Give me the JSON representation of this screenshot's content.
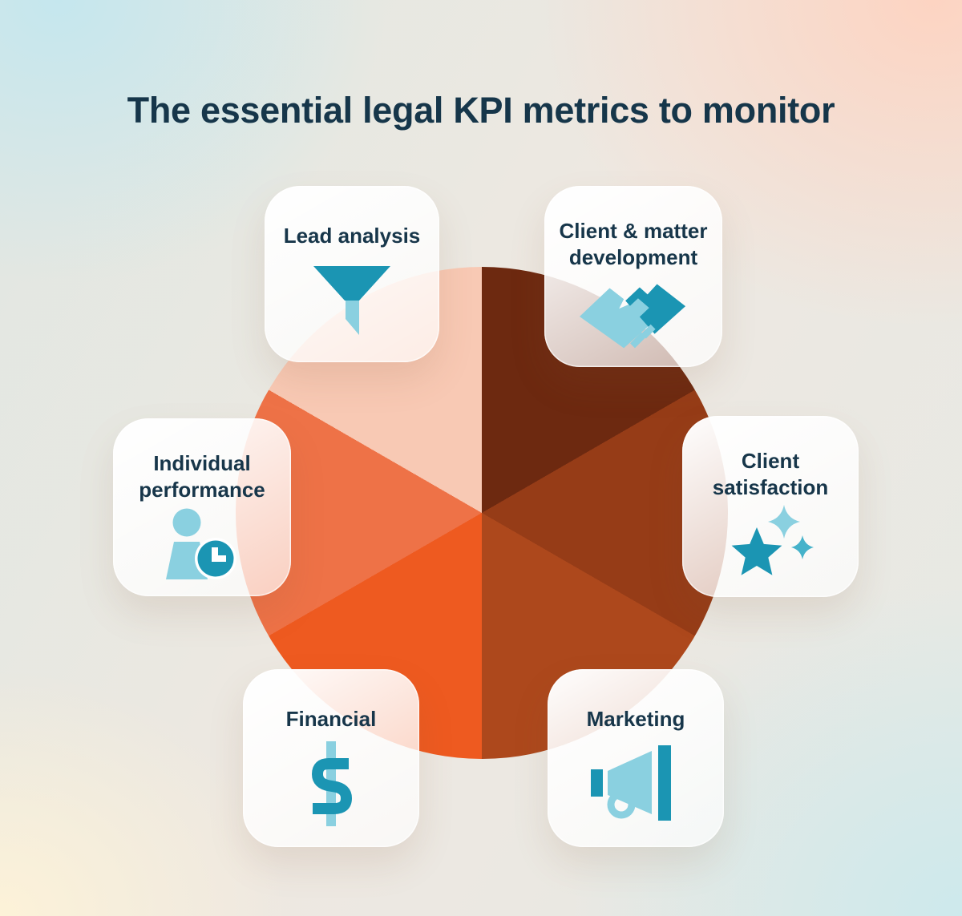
{
  "title": "The essential legal KPI metrics to monitor",
  "cards": [
    {
      "label": "Lead analysis",
      "icon": "funnel-icon"
    },
    {
      "label": "Client & matter development",
      "icon": "handshake-icon"
    },
    {
      "label": "Client satisfaction",
      "icon": "star-sparkles-icon"
    },
    {
      "label": "Individual performance",
      "icon": "person-clock-icon"
    },
    {
      "label": "Financial",
      "icon": "dollar-icon"
    },
    {
      "label": "Marketing",
      "icon": "megaphone-icon"
    }
  ],
  "wheel": {
    "segments": [
      {
        "position": "top-right",
        "color": "#6d2910"
      },
      {
        "position": "right",
        "color": "#963c17"
      },
      {
        "position": "bottom-right",
        "color": "#ad481c"
      },
      {
        "position": "bottom-left",
        "color": "#ee5a20"
      },
      {
        "position": "left",
        "color": "#ee7247"
      },
      {
        "position": "top-left",
        "color": "#f8c9b4"
      }
    ]
  },
  "chart_data": {
    "type": "pie",
    "title": "The essential legal KPI metrics to monitor",
    "categories": [
      "Lead analysis",
      "Client & matter development",
      "Client satisfaction",
      "Individual performance",
      "Financial",
      "Marketing"
    ],
    "values": [
      1,
      1,
      1,
      1,
      1,
      1
    ],
    "colors": [
      "#f8c9b4",
      "#6d2910",
      "#963c17",
      "#ee7247",
      "#ee5a20",
      "#ad481c"
    ],
    "legend_position": "cards-around-wheel",
    "note": "decorative six equal 60-degree wedges"
  },
  "colors": {
    "title_text": "#16364a",
    "card_text": "#17364a",
    "icon_teal_dark": "#1b95b3",
    "icon_teal_light": "#8ad0e0",
    "icon_teal_mid": "#45b2ca",
    "bg_top_left": "#c5e7ee",
    "bg_top_right": "#fdd4c2",
    "bg_bottom_left": "#fdf2d8",
    "bg_bottom_right": "#cde9ec"
  }
}
